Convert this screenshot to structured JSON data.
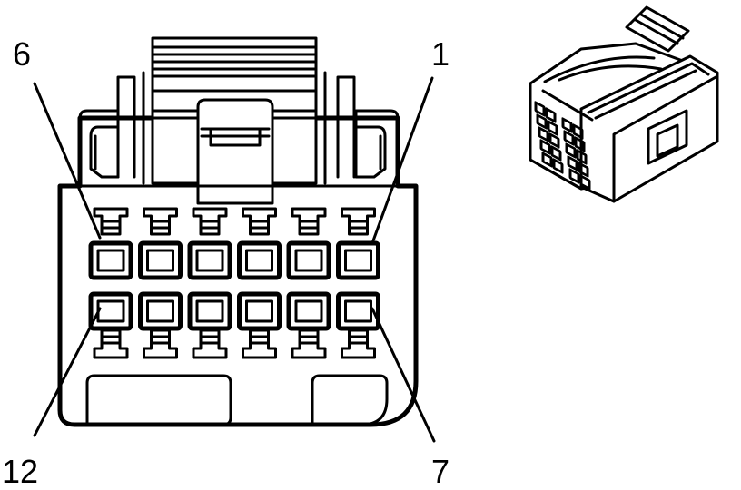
{
  "pin_labels": {
    "top_left": "6",
    "top_right": "1",
    "bottom_left": "12",
    "bottom_right": "7"
  },
  "connector": {
    "rows": 2,
    "cavities_per_row": 6
  },
  "colors": {
    "line": "#000000",
    "background": "#ffffff"
  }
}
